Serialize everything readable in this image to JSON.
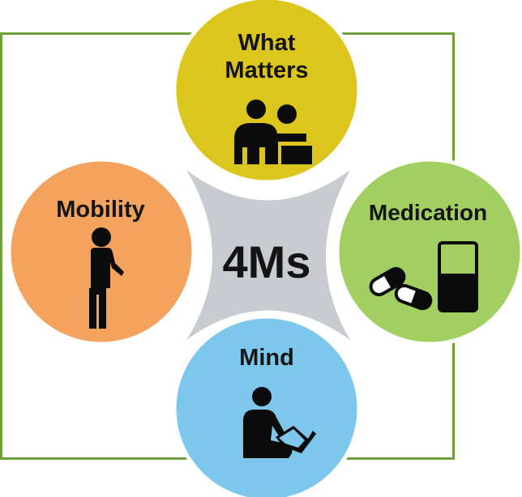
{
  "diagram": {
    "center": {
      "label": "4Ms"
    },
    "circles": [
      {
        "id": "what-matters",
        "lines": [
          "What",
          "Matters"
        ],
        "color": "#dcc51c",
        "icon": "people-embracing-icon"
      },
      {
        "id": "medication",
        "lines": [
          "Medication"
        ],
        "color": "#a3cf62",
        "icon": "pills-and-cup-icon"
      },
      {
        "id": "mind",
        "lines": [
          "Mind"
        ],
        "color": "#7ec7ec",
        "icon": "person-reading-icon"
      },
      {
        "id": "mobility",
        "lines": [
          "Mobility"
        ],
        "color": "#f4a35e",
        "icon": "person-walking-icon"
      }
    ],
    "colors": {
      "frame": "#6ea03c",
      "center_shape": "#c8cbcf",
      "icon": "#0b0b0b",
      "text": "#151515"
    }
  }
}
